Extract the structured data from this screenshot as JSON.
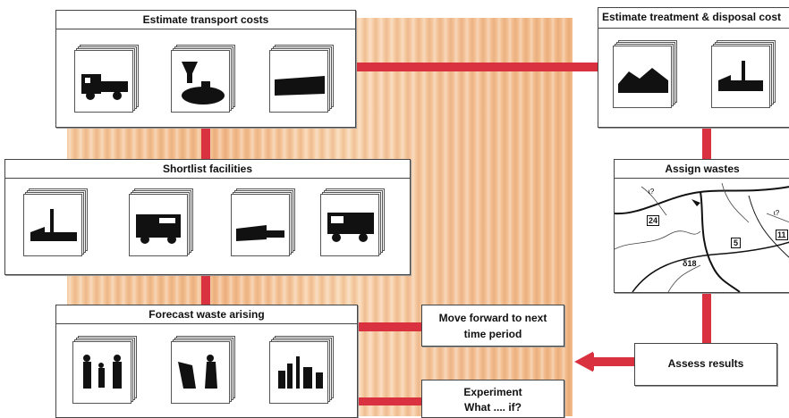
{
  "panels": {
    "transport": {
      "title": "Estimate transport costs"
    },
    "shortlist": {
      "title": "Shortlist facilities"
    },
    "forecast": {
      "title": "Forecast waste arising"
    },
    "treatment": {
      "title": "Estimate treatment & disposal cost"
    },
    "assign": {
      "title": "Assign wastes",
      "map_labels": [
        "24",
        "5",
        "11",
        "δ18"
      ]
    }
  },
  "boxes": {
    "move_forward": {
      "line1": "Move forward to next",
      "line2": "time period"
    },
    "experiment": {
      "line1": "Experiment",
      "line2": "What .... if?"
    },
    "assess": {
      "label": "Assess results"
    }
  },
  "icons": {
    "transport": [
      "truck-icon",
      "factory-chimney-icon",
      "warehouse-icon"
    ],
    "shortlist": [
      "factory-icon",
      "van-icon",
      "warehouse-icon",
      "truck-icon"
    ],
    "forecast": [
      "people-icon",
      "worker-icon",
      "city-icon"
    ],
    "treatment": [
      "landfill-icon",
      "factory-icon"
    ]
  },
  "colors": {
    "connector": "#d9313f",
    "background": "#f2c29a"
  }
}
